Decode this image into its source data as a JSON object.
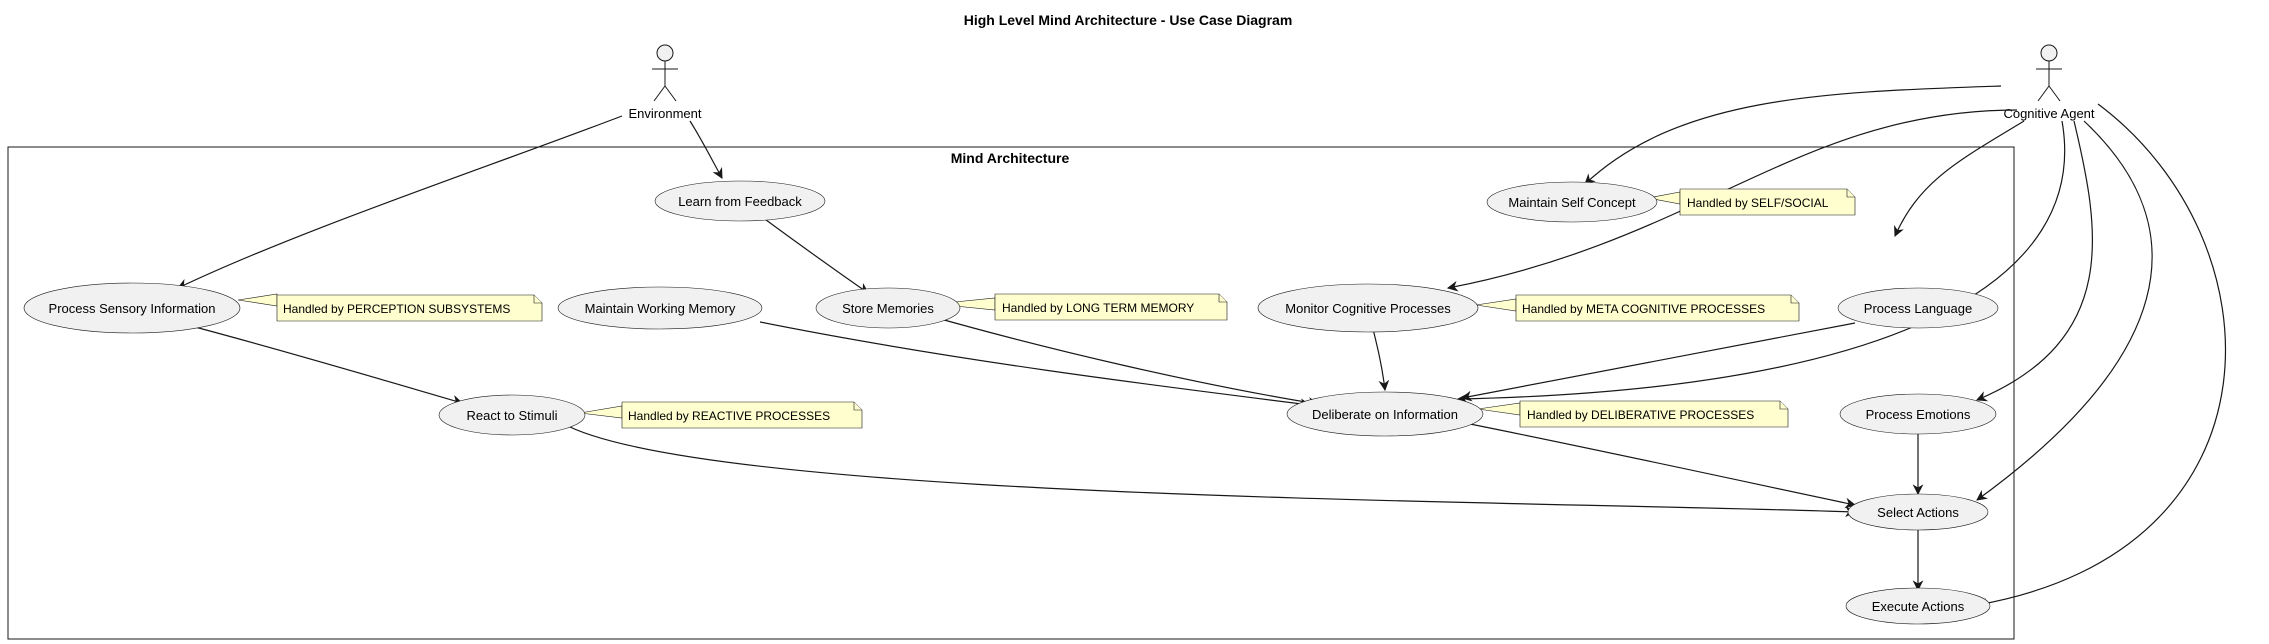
{
  "title": "High Level Mind Architecture - Use Case Diagram",
  "package": {
    "title": "Mind Architecture"
  },
  "actors": {
    "environment": "Environment",
    "cognitive_agent": "Cognitive Agent"
  },
  "use_cases": {
    "process_sensory": "Process Sensory Information",
    "react": "React to Stimuli",
    "learn": "Learn from Feedback",
    "working_memory": "Maintain Working Memory",
    "store_memories": "Store Memories",
    "deliberate": "Deliberate on Information",
    "monitor": "Monitor Cognitive Processes",
    "self_concept": "Maintain Self Concept",
    "language": "Process Language",
    "emotions": "Process Emotions",
    "select": "Select Actions",
    "execute": "Execute Actions"
  },
  "notes": {
    "perception": "Handled by PERCEPTION SUBSYSTEMS",
    "reactive": "Handled by REACTIVE PROCESSES",
    "long_term": "Handled by LONG TERM MEMORY",
    "deliberative": "Handled by DELIBERATIVE PROCESSES",
    "meta": "Handled by META COGNITIVE PROCESSES",
    "self_social": "Handled by SELF/SOCIAL"
  }
}
